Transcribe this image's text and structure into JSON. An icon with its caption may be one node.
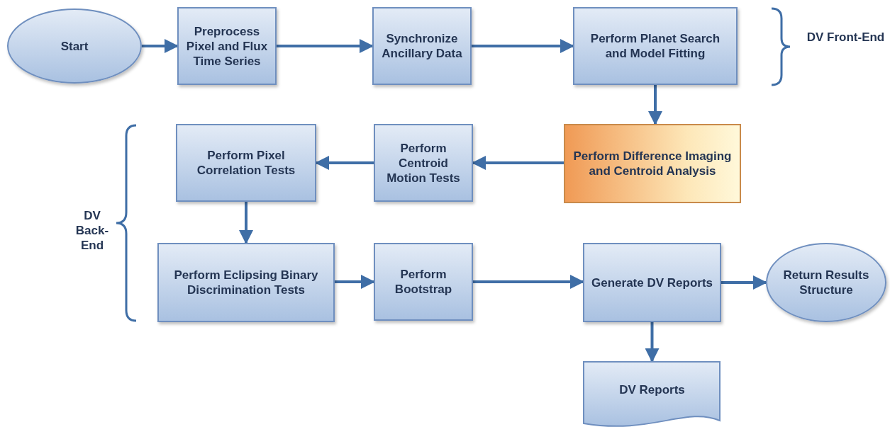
{
  "diagram": {
    "nodes": [
      {
        "text": [
          "Start"
        ]
      },
      {
        "text": [
          "Preprocess Pixel and Flux Time Series"
        ]
      },
      {
        "text": [
          "Synchronize Ancillary Data"
        ]
      },
      {
        "text": [
          "Perform Planet Search and Model Fitting"
        ]
      },
      {
        "text": [
          "Perform Difference Imaging and Centroid Analysis"
        ]
      },
      {
        "text": [
          "Perform Centroid Motion Tests"
        ]
      },
      {
        "text": [
          "Perform Pixel Correlation Tests"
        ]
      },
      {
        "text": [
          "Perform Eclipsing Binary Discrimination Tests"
        ]
      },
      {
        "text": [
          "Perform Bootstrap"
        ]
      },
      {
        "text": [
          "Generate DV Reports"
        ]
      },
      {
        "text": [
          "Return Results Structure"
        ]
      },
      {
        "text": [
          "DV Reports"
        ]
      }
    ],
    "edges": [
      {
        "from": 0,
        "to": 1,
        "arrow": "to"
      },
      {
        "from": 1,
        "to": 2,
        "arrow": "to"
      },
      {
        "from": 2,
        "to": 3,
        "arrow": "to"
      },
      {
        "from": 3,
        "to": 4,
        "arrow": "to"
      },
      {
        "from": 4,
        "to": 5,
        "arrow": "to"
      },
      {
        "from": 5,
        "to": 6,
        "arrow": "to"
      },
      {
        "from": 6,
        "to": 7,
        "arrow": "to"
      },
      {
        "from": 7,
        "to": 8,
        "arrow": "to"
      },
      {
        "from": 8,
        "to": 9,
        "arrow": "to"
      },
      {
        "from": 9,
        "to": 10,
        "arrow": "to"
      },
      {
        "from": 9,
        "to": 11,
        "arrow": "to"
      }
    ],
    "labels": [
      "DV Front-End",
      "DV Back-End"
    ]
  }
}
